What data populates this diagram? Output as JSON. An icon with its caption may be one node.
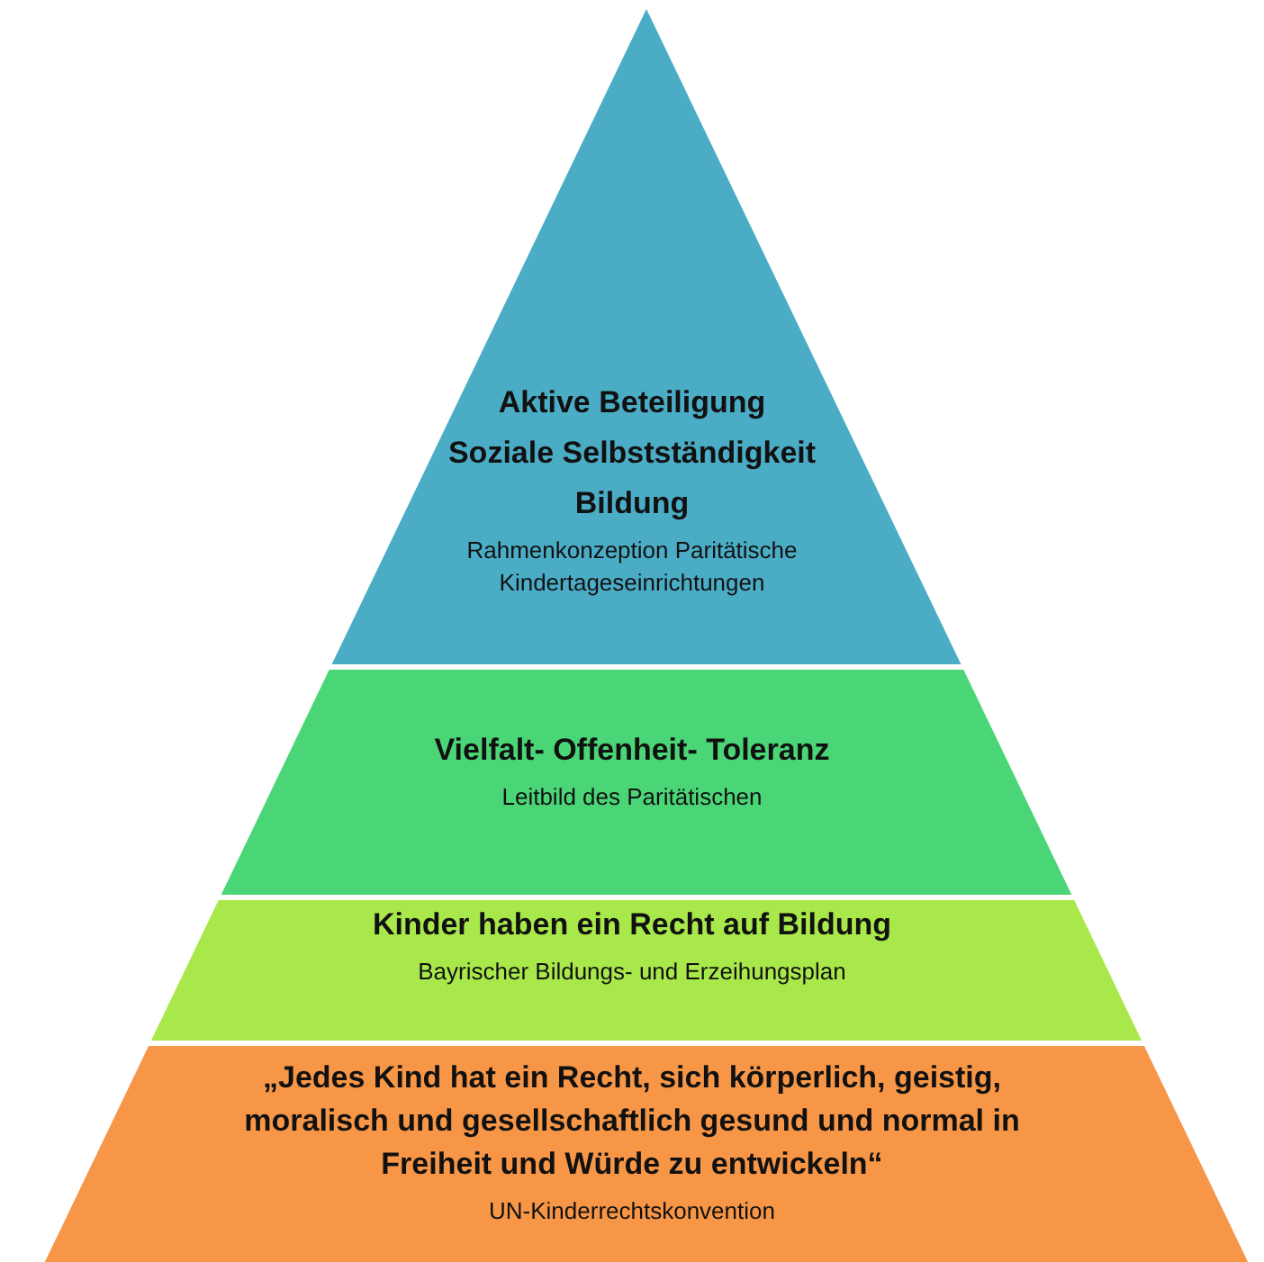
{
  "diagram": {
    "nodes": [
      {
        "text": [
          "Aktive Beteiligung",
          "Soziale Selbstständigkeit",
          "Bildung",
          "Rahmenkonzeption Paritätische Kindertageseinrichtungen"
        ]
      },
      {
        "text": [
          "Vielfalt- Offenheit- Toleranz",
          "Leitbild des Paritätischen"
        ]
      },
      {
        "text": [
          "Kinder haben ein Recht auf Bildung",
          "Bayrischer Bildungs- und Erzeihungsplan"
        ]
      },
      {
        "text": [
          "„Jedes Kind hat ein Recht, sich körperlich, geistig, moralisch und gesellschaftlich gesund und normal in Freiheit und Würde zu entwickeln“",
          "UN-Kinderrechtskonvention"
        ]
      }
    ]
  }
}
